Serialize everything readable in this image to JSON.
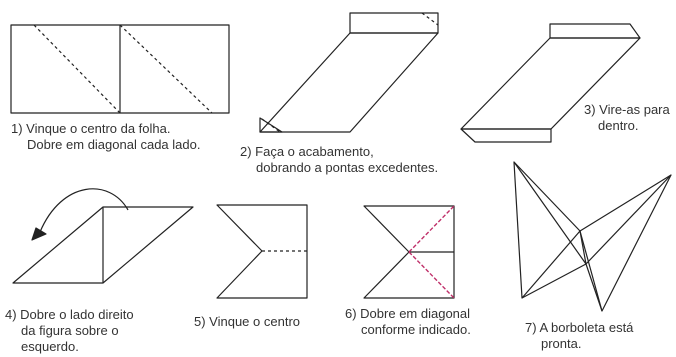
{
  "steps": [
    {
      "lines": [
        "1) Vinque o centro da folha.",
        "Dobre em diagonal cada lado."
      ]
    },
    {
      "lines": [
        "2) Faça o acabamento,",
        "dobrando a pontas excedentes."
      ]
    },
    {
      "lines": [
        "3) Vire-as para",
        "dentro."
      ]
    },
    {
      "lines": [
        "4) Dobre o lado direito",
        "da figura sobre o",
        "esquerdo."
      ]
    },
    {
      "lines": [
        "5) Vinque o centro"
      ]
    },
    {
      "lines": [
        "6) Dobre em diagonal",
        "conforme indicado."
      ]
    },
    {
      "lines": [
        "7) A borboleta está",
        "pronta."
      ]
    }
  ],
  "colors": {
    "line": "#222222",
    "text": "#333333",
    "highlight": "#c0306a"
  }
}
